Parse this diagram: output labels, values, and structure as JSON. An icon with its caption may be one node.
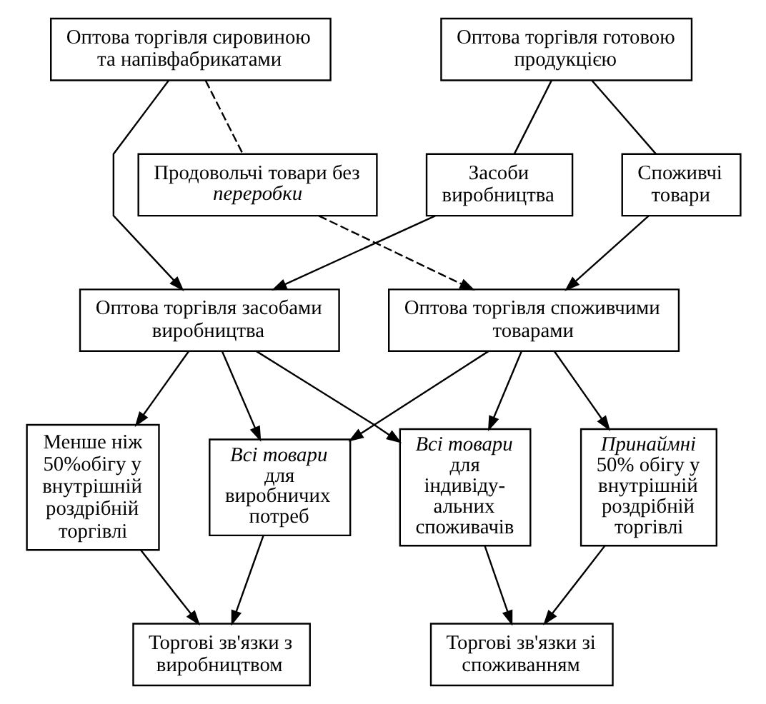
{
  "diagram": {
    "nodes": [
      {
        "text": [
          "Оптова торгівля сировиною та напівфабрикатами"
        ]
      },
      {
        "text": [
          "Оптова торгівля готовою продукцією"
        ]
      },
      {
        "text": [
          "Продовольчі товари без *переробки*"
        ]
      },
      {
        "text": [
          "Засоби виробництва"
        ]
      },
      {
        "text": [
          "Споживчі товари"
        ]
      },
      {
        "text": [
          "Оптова торгівля засобами виробництва"
        ]
      },
      {
        "text": [
          "Оптова торгівля споживчими товарами"
        ]
      },
      {
        "text": [
          "Менше ніж 50%обігу у внутрішній роздрібній торгівлі"
        ]
      },
      {
        "text": [
          "*Всі товари* для виробничих потреб"
        ]
      },
      {
        "text": [
          "*Всі товари* для індивіду-альних споживачів"
        ]
      },
      {
        "text": [
          "*Принаймні* 50% обігу у внутрішній роздрібній торгівлі"
        ]
      },
      {
        "text": [
          "Торгові зв'язки з виробництвом"
        ]
      },
      {
        "text": [
          "Торгові зв'язки зі споживанням"
        ]
      }
    ],
    "edges": [
      {
        "from": 0,
        "to": 5,
        "arrow": "to"
      },
      {
        "from": 0,
        "to": 2,
        "arrow": "none",
        "style": "dashed"
      },
      {
        "from": 2,
        "to": 6,
        "arrow": "to",
        "style": "dashed"
      },
      {
        "from": 1,
        "to": 3,
        "arrow": "none"
      },
      {
        "from": 1,
        "to": 4,
        "arrow": "none"
      },
      {
        "from": 3,
        "to": 5,
        "arrow": "to"
      },
      {
        "from": 4,
        "to": 6,
        "arrow": "to"
      },
      {
        "from": 5,
        "to": 7,
        "arrow": "to"
      },
      {
        "from": 5,
        "to": 8,
        "arrow": "to"
      },
      {
        "from": 5,
        "to": 9,
        "arrow": "to"
      },
      {
        "from": 6,
        "to": 8,
        "arrow": "to"
      },
      {
        "from": 6,
        "to": 9,
        "arrow": "to"
      },
      {
        "from": 6,
        "to": 10,
        "arrow": "to"
      },
      {
        "from": 7,
        "to": 11,
        "arrow": "to"
      },
      {
        "from": 8,
        "to": 11,
        "arrow": "to"
      },
      {
        "from": 9,
        "to": 12,
        "arrow": "to"
      },
      {
        "from": 10,
        "to": 12,
        "arrow": "to"
      }
    ]
  }
}
